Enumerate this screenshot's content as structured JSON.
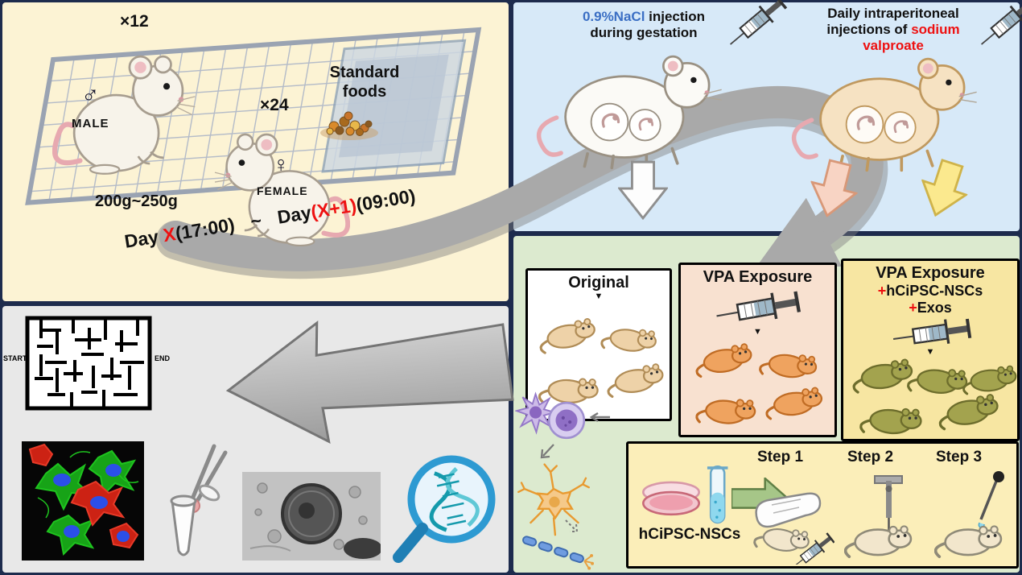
{
  "colors": {
    "navy": "#1d2b4d",
    "cream": "#fcf3d4",
    "lightblue": "#d7e9f8",
    "lightgreen": "#dceacf",
    "lightgray": "#e8e8e8",
    "red": "#ee1111",
    "blue": "#3b6fc4",
    "vpabox": "#f8e1d0",
    "nscbox": "#f7e6a2",
    "nscinner": "#fbeeb9",
    "arrowgray": "#a9a9a9"
  },
  "icons": {
    "chevron_down": "▼"
  },
  "breeding": {
    "male_count": "×12",
    "male_symbol": "♂",
    "male_label": "MALE",
    "female_count": "×24",
    "female_symbol": "♀",
    "female_label": "FEMALE",
    "food_label_line1": "Standard",
    "food_label_line2": "foods",
    "weight_range": "200g~250g",
    "schedule": {
      "p1": "Day ",
      "x1": "X",
      "p2": "(17:00)",
      "sep": " ~ ",
      "p3": "Day",
      "x2": "(X+1)",
      "p4": "(09:00)"
    }
  },
  "injection": {
    "saline": {
      "highlight": "0.9%NaCl",
      "rest": " injection",
      "line2": "during gestation"
    },
    "vpa": {
      "line1": "Daily intraperitoneal",
      "line2": "injections of ",
      "red1": "sodium",
      "red2": "valproate"
    }
  },
  "groups": {
    "original": {
      "label": "Original"
    },
    "vpa": {
      "label": "VPA Exposure"
    },
    "vpa_nsc": {
      "line1": "VPA Exposure",
      "plus1": "+",
      "name1": "hCiPSC-NSCs",
      "plus2": "+",
      "name2": "Exos"
    },
    "nsc_box": {
      "cell_label": "hCiPSC-NSCs",
      "steps": [
        {
          "label": "Step 1"
        },
        {
          "label": "Step 2"
        },
        {
          "label": "Step 3"
        }
      ]
    }
  },
  "analysis": {
    "maze": {
      "start": "START",
      "end": "END"
    }
  }
}
